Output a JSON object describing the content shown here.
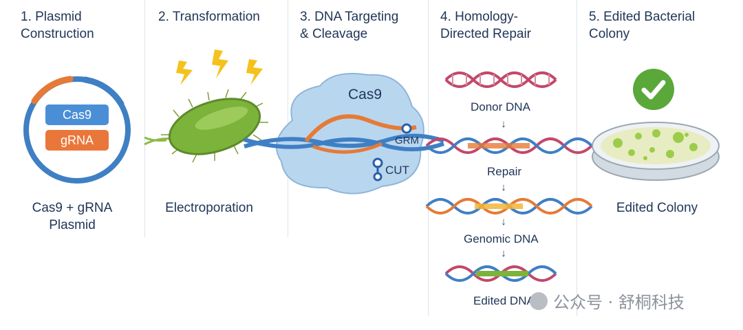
{
  "steps": [
    {
      "title": "1. Plasmid\nConstruction",
      "caption": "Cas9 + gRNA\nPlasmid",
      "labels": {
        "cas9": "Cas9",
        "grna": "gRNA"
      }
    },
    {
      "title": "2. Transformation",
      "caption": "Electroporation"
    },
    {
      "title": "3. DNA Targeting\n& Cleavage",
      "labels": {
        "cas9": "Cas9",
        "grm": "GRM",
        "cut": "CUT"
      }
    },
    {
      "title": "4. Homology-\nDirected Repair",
      "labels": {
        "donor": "Donor DNA",
        "repair": "Repair",
        "genomic": "Genomic DNA",
        "edited": "Edited DNA"
      }
    },
    {
      "title": "5. Edited Bacterial\nColony",
      "caption": "Edited Colony"
    }
  ],
  "watermark": "公众号 · 舒桐科技",
  "colors": {
    "title": "#1f3556",
    "cas9_box": "#4a8fd6",
    "grna_box": "#e9773a",
    "bacterium": "#7cb33a",
    "lightning": "#f4c21c",
    "check": "#5aa83a",
    "dna_blue": "#3f7fc4",
    "dna_orange": "#e67a36",
    "dna_pink": "#c2486a"
  }
}
